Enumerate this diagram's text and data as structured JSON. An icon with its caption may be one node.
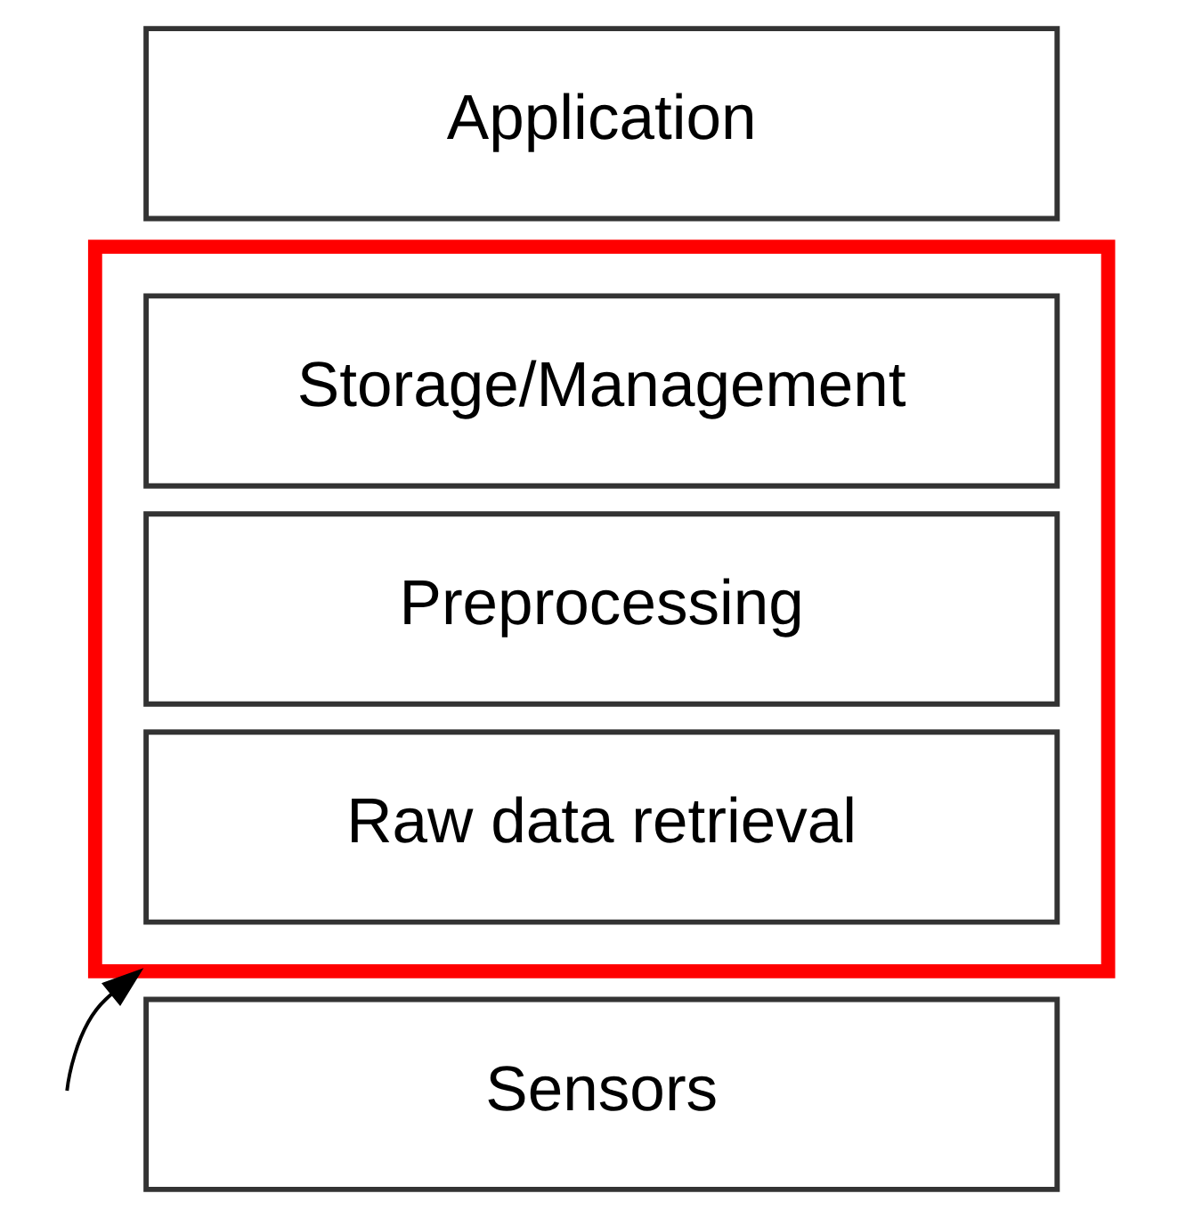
{
  "diagram": {
    "nodes": [
      {
        "text": [
          "Application"
        ]
      },
      {
        "text": [],
        "shape": "box"
      },
      {
        "text": [
          "Storage/Management"
        ],
        "in": 1
      },
      {
        "text": [
          "Preprocessing"
        ],
        "in": 1
      },
      {
        "text": [
          "Raw data retrieval"
        ],
        "in": 1
      },
      {
        "text": [
          "Sensors"
        ]
      }
    ],
    "edges": [
      {
        "from": null,
        "to": 1,
        "arrow": "to"
      }
    ]
  }
}
